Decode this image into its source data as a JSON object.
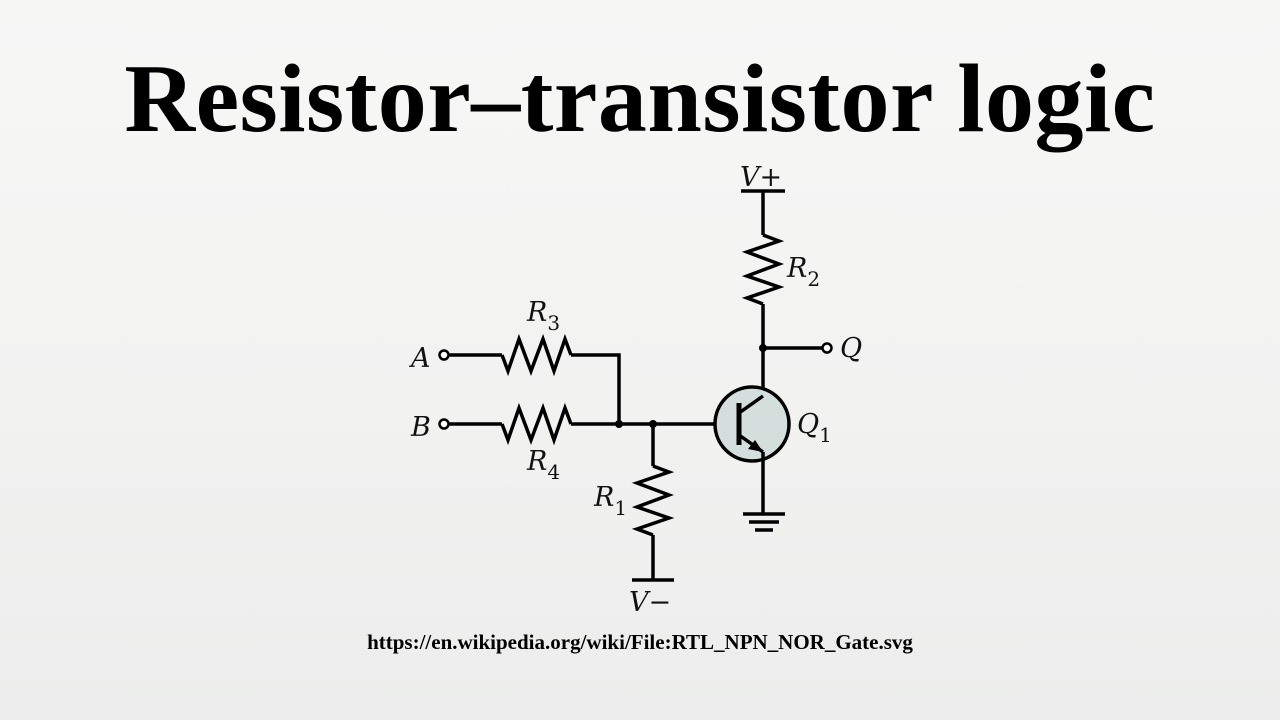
{
  "title": "Resistor–transistor logic",
  "source_url": "https://en.wikipedia.org/wiki/File:RTL_NPN_NOR_Gate.svg",
  "circuit": {
    "supply_positive": "V+",
    "supply_negative": "V−",
    "input_a": "A",
    "input_b": "B",
    "output_q": "Q",
    "r1": {
      "letter": "R",
      "index": "1"
    },
    "r2": {
      "letter": "R",
      "index": "2"
    },
    "r3": {
      "letter": "R",
      "index": "3"
    },
    "r4": {
      "letter": "R",
      "index": "4"
    },
    "q1": {
      "letter": "Q",
      "index": "1"
    }
  }
}
